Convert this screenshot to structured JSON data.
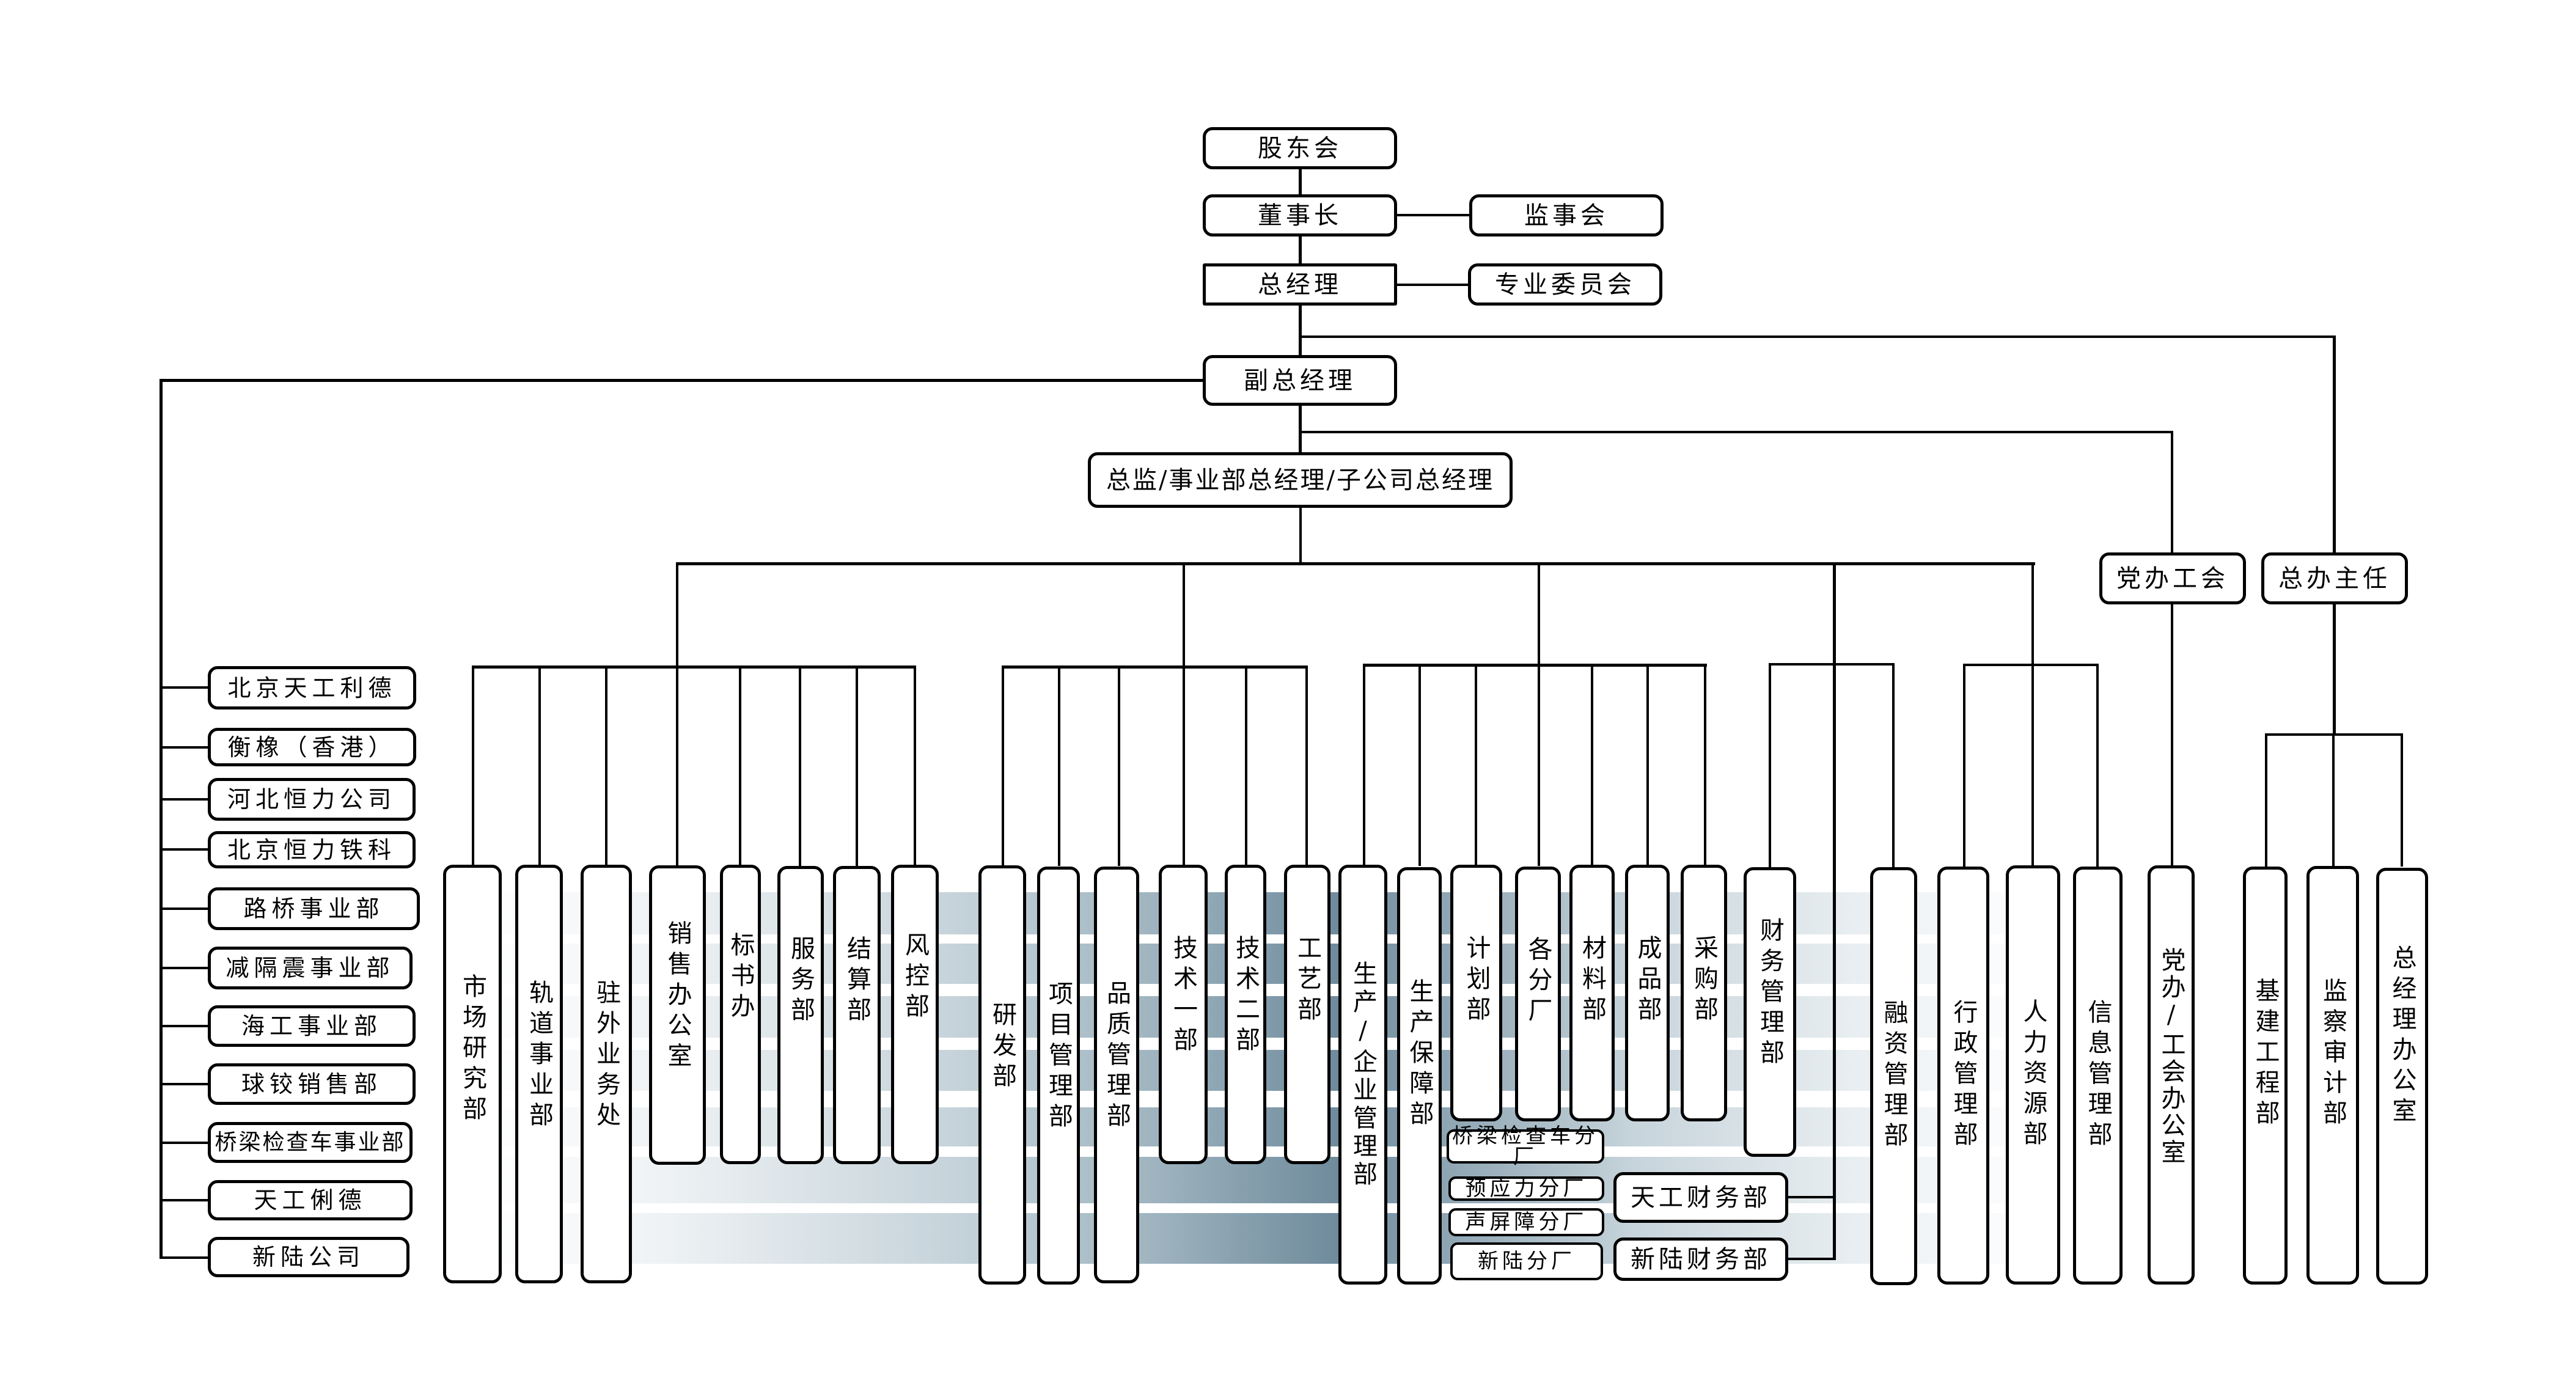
{
  "title": "公司组织架构图",
  "top": {
    "shareholders": "股东会",
    "chairman": "董事长",
    "supervisors": "监事会",
    "general_manager": "总经理",
    "committee": "专业委员会",
    "deputy_gm": "副总经理",
    "directors": "总监/事业部总经理/子公司总经理",
    "party_union": "党办工会",
    "office_director": "总办主任"
  },
  "subsidiaries": [
    "北京天工利德",
    "衡橡（香港）",
    "河北恒力公司",
    "北京恒力铁科",
    "路桥事业部",
    "减隔震事业部",
    "海工事业部",
    "球铰销售部",
    "桥梁检查车事业部",
    "天工俐德",
    "新陆公司"
  ],
  "groups": {
    "sales": [
      "市场研究部",
      "轨道事业部",
      "驻外业务处",
      "销售办公室",
      "标书办",
      "服务部",
      "结算部",
      "风控部"
    ],
    "technology": [
      "研发部",
      "项目管理部",
      "品质管理部",
      "技术一部",
      "技术二部",
      "工艺部"
    ],
    "production": [
      "生产/企业管理部",
      "生产保障部",
      "计划部",
      "各分厂",
      "材料部",
      "成品部",
      "采购部"
    ],
    "finance": [
      "财务管理部",
      "融资管理部"
    ],
    "administration": [
      "行政管理部",
      "人力资源部",
      "信息管理部"
    ],
    "party": [
      "党办/工会办公室"
    ],
    "office": [
      "基建工程部",
      "监察审计部",
      "总经理办公室"
    ]
  },
  "branch_factories": [
    "桥梁检查车分厂",
    "预应力分厂",
    "声屏障分厂",
    "新陆分厂"
  ],
  "finance_subs": [
    "天工财务部",
    "新陆财务部"
  ],
  "colors": {
    "line": "#000000",
    "box_fill": "#ffffff",
    "band_dark": "#6f8b9c",
    "band_light": "#eef2f4"
  }
}
